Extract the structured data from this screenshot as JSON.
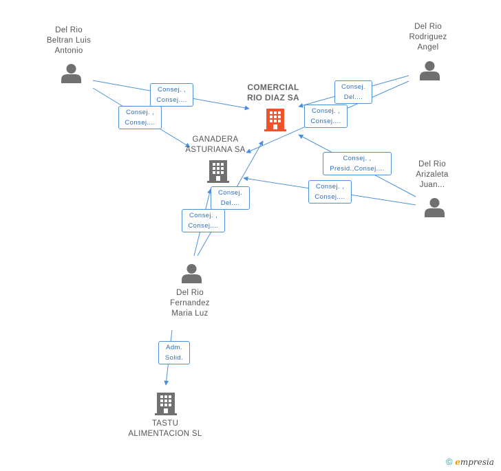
{
  "nodes": {
    "comercial": {
      "lines": [
        "COMERCIAL",
        "RIO DIAZ SA"
      ],
      "color": "#f0522d"
    },
    "ganadera": {
      "lines": [
        "GANADERA",
        "ASTURIANA SA"
      ],
      "color": "#707070"
    },
    "tastu": {
      "lines": [
        "TASTU",
        "ALIMENTACION SL"
      ],
      "color": "#707070"
    },
    "beltran": {
      "lines": [
        "Del Rio",
        "Beltran Luis",
        "Antonio"
      ]
    },
    "rodriguez": {
      "lines": [
        "Del Rio",
        "Rodriguez",
        "Angel"
      ]
    },
    "arizaleta": {
      "lines": [
        "Del Rio",
        "Arizaleta",
        "Juan..."
      ]
    },
    "fernandez": {
      "lines": [
        "Del Rio",
        "Fernandez",
        "Maria Luz"
      ]
    }
  },
  "edge_labels": {
    "beltran_comercial": [
      "Consej. ,",
      "Consej...."
    ],
    "beltran_ganadera": [
      "Consej. ,",
      "Consej...."
    ],
    "rodriguez_comercial": [
      "Consej.",
      "Del...."
    ],
    "rodriguez_ganadera": [
      "Consej. ,",
      "Consej...."
    ],
    "arizaleta_comercial": [
      "Consej. ,",
      "Presid.,Consej...."
    ],
    "arizaleta_ganadera": [
      "Consej. ,",
      "Consej...."
    ],
    "fernandez_comercial": [
      "Consej.",
      "Del...."
    ],
    "fernandez_ganadera": [
      "Consej. ,",
      "Consej...."
    ],
    "fernandez_tastu": [
      "Adm.",
      "Solid."
    ]
  },
  "footer": {
    "copyright": "©",
    "brand_e": "e",
    "brand_rest": "mpresia"
  },
  "colors": {
    "edge": "#4a90d9",
    "person_icon": "#707070",
    "company_main": "#f0522d",
    "company": "#707070"
  }
}
